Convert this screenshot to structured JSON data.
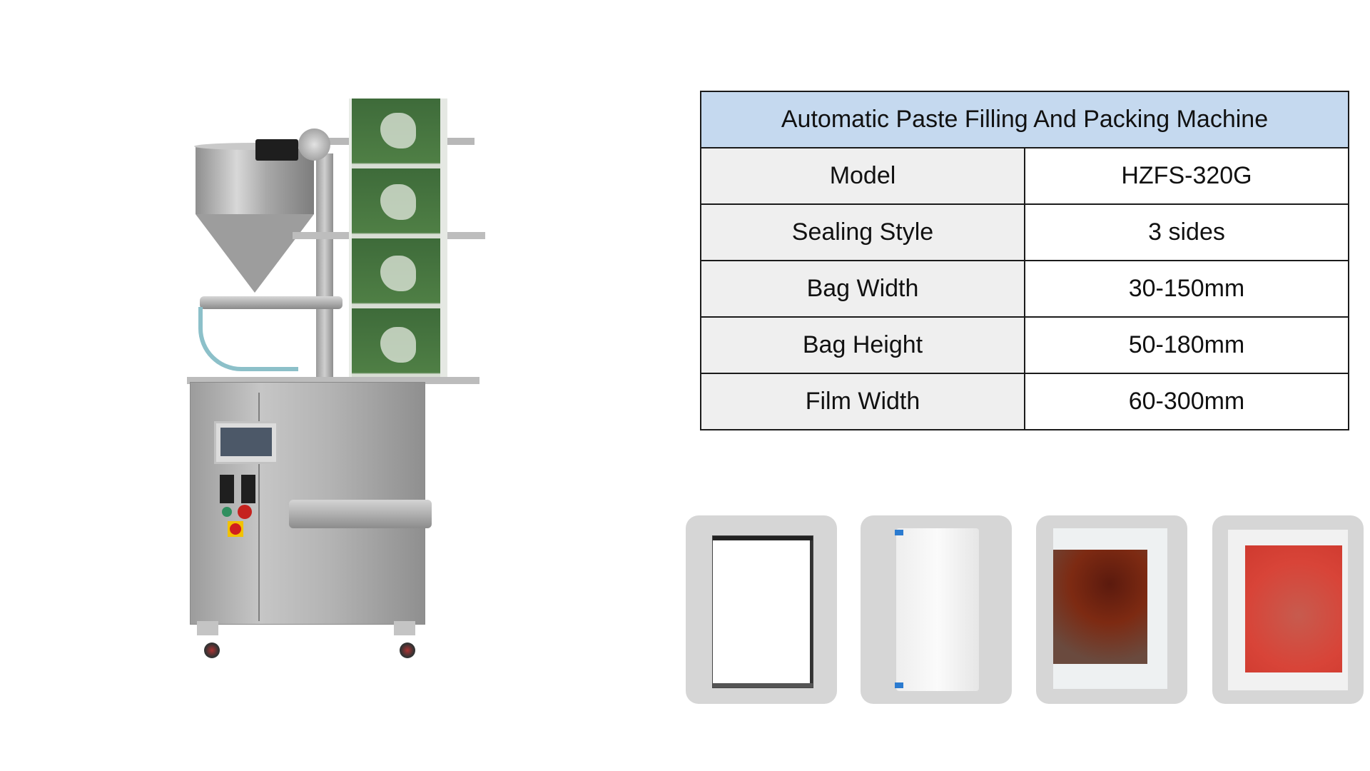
{
  "product_image": {
    "alt": "Automatic paste filling and packing machine with hopper, film roll and stainless steel cabinet"
  },
  "spec_table": {
    "title": "Automatic Paste Filling And Packing Machine",
    "header_color": "#c5d9ef",
    "rows": [
      {
        "label": "Model",
        "value": "HZFS-320G"
      },
      {
        "label": "Sealing Style",
        "value": "3 sides"
      },
      {
        "label": "Bag Width",
        "value": "30-150mm"
      },
      {
        "label": "Bag Height",
        "value": "50-180mm"
      },
      {
        "label": "Film Width",
        "value": "60-300mm"
      }
    ]
  },
  "samples": [
    {
      "kind": "3-side-seal-bag-outline",
      "color": "#ffffff"
    },
    {
      "kind": "white-sealed-sachet",
      "color": "#f5f5f5"
    },
    {
      "kind": "chili-oil-sachet",
      "color": "#6b2112"
    },
    {
      "kind": "red-sauce-sachet",
      "color": "#d84438"
    }
  ]
}
